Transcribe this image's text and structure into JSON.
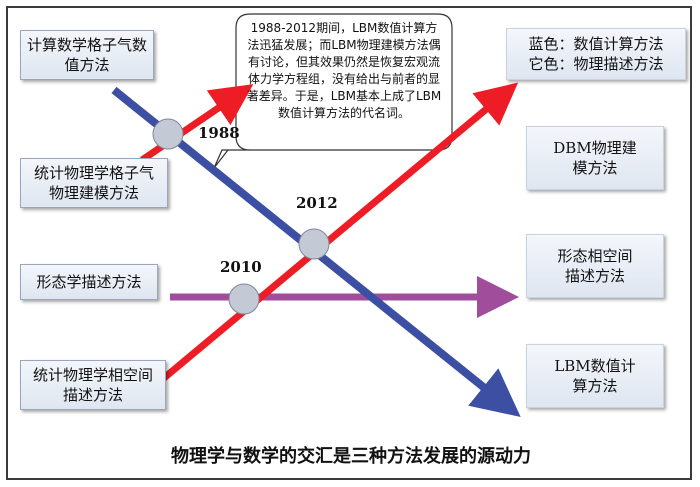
{
  "left_boxes": {
    "lattice_gas_numerical": "计算数学格子气数值方法",
    "lattice_gas_physical": "统计物理学格子气物理建模方法",
    "morphology": "形态学描述方法",
    "phase_space": "统计物理学相空间描述方法"
  },
  "right_boxes": {
    "legend": "蓝色：数值计算方法\n它色：物理描述方法",
    "dbm": "DBM物理建模方法",
    "morph_phase": "形态相空间描述方法",
    "lbm": "LBM数值计算方法"
  },
  "years": {
    "y1988": "1988",
    "y2012": "2012",
    "y2010": "2010"
  },
  "callout": "1988-2012期间，LBM数值计算方法迅猛发展；而LBM物理建模方法偶有讨论，但其效果仍然是恢复宏观流体力学方程组，没有给出与前者的显著差异。于是，LBM基本上成了LBM数值计算方法的代名词。",
  "caption": "物理学与数学的交汇是三种方法发展的源动力",
  "colors": {
    "red": "#ee1c24",
    "blue": "#3c4fa2",
    "purple": "#a04e9c",
    "node": "#c3cad6"
  }
}
